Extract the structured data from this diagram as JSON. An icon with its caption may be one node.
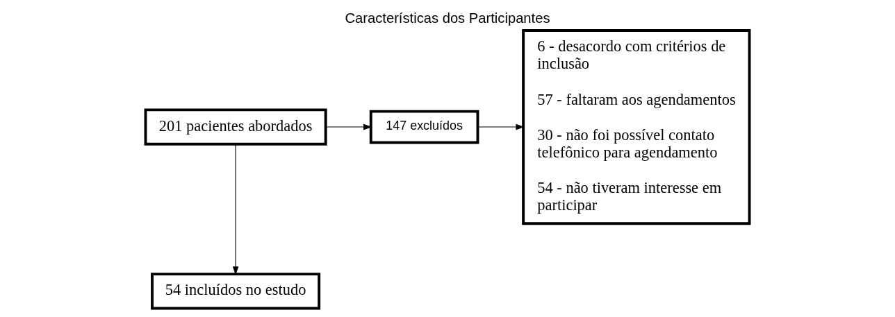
{
  "diagram": {
    "title": "Características dos Participantes",
    "nodes": [
      {
        "text": [
          "201 pacientes abordados"
        ]
      },
      {
        "text": [
          "147 excluídos"
        ]
      },
      {
        "text": [
          "6 - desacordo com critérios de inclusão",
          "57 - faltaram aos agendamentos",
          "30 - não foi possível contato telefônico para agendamento",
          "54 - não tiveram interesse em participar"
        ]
      },
      {
        "text": [
          "54 incluídos no estudo"
        ]
      }
    ],
    "edges": [
      {
        "from": 0,
        "to": 1,
        "arrow": "to"
      },
      {
        "from": 1,
        "to": 2,
        "arrow": "to"
      },
      {
        "from": 0,
        "to": 3,
        "arrow": "to"
      }
    ]
  }
}
